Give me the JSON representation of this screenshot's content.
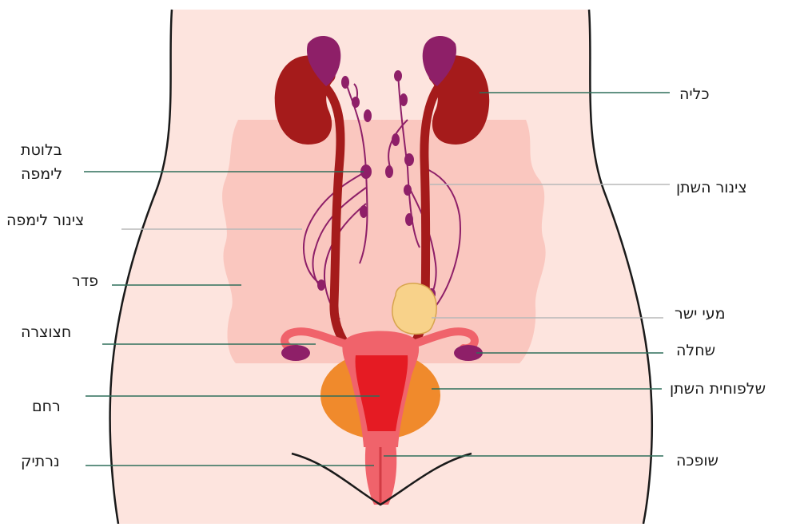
{
  "labels": {
    "kidney": "כליה",
    "ureter": "צינור השתן",
    "lymph_node_line1": "בלוטת",
    "lymph_node_line2": "לימפה",
    "lymph_vessel": "צינור לימפה",
    "pelvis": "פדר",
    "rectum": "מעי ישר",
    "fallopian_tube": "חצוצרה",
    "ovary": "שחלה",
    "bladder": "שלפוחית השתן",
    "uterus": "רחם",
    "urethra": "שופכה",
    "vagina": "נרתיק"
  },
  "colors": {
    "body_fill": "#fde4de",
    "pelvis_fill": "#f9c3bb",
    "kidney": "#a51b1b",
    "adrenal": "#8e1f68",
    "lymph": "#8e1f68",
    "uterus_outer": "#f0636b",
    "uterus_inner": "#e51b23",
    "bladder": "#f08a2c",
    "rectum": "#f8d28a",
    "leader_line": "#2f6e5a"
  }
}
